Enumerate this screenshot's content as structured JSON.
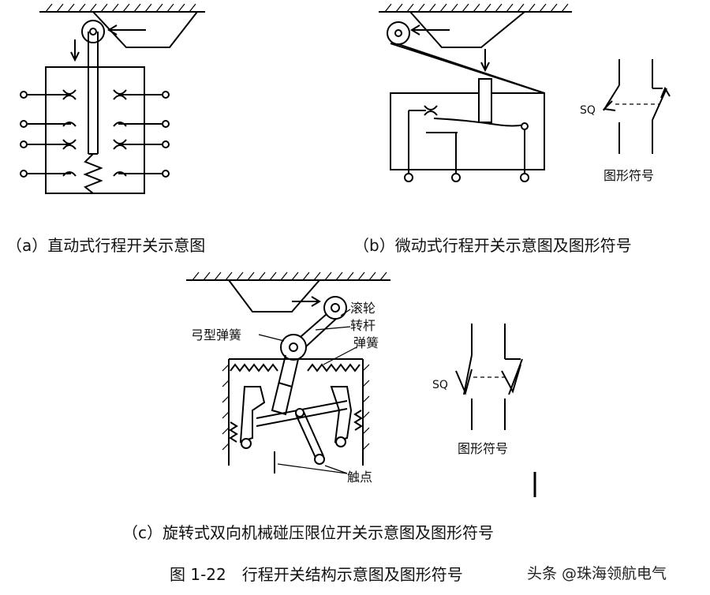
{
  "panel_a": {
    "caption": "（a）直动式行程开关示意图"
  },
  "panel_b": {
    "caption": "（b）微动式行程开关示意图及图形符号",
    "symbol_label": "SQ",
    "symbol_caption": "图形符号"
  },
  "panel_c": {
    "caption": "（c）旋转式双向机械碰压限位开关示意图及图形符号",
    "labels": {
      "roller": "滚轮",
      "lever": "转杆",
      "spring": "弹簧",
      "bow_spring": "弓型弹簧",
      "contact": "触点"
    },
    "symbol_label": "SQ",
    "symbol_caption": "图形符号"
  },
  "figure_title": "图 1-22　行程开关结构示意图及图形符号",
  "watermark": "头条 @珠海领航电气"
}
